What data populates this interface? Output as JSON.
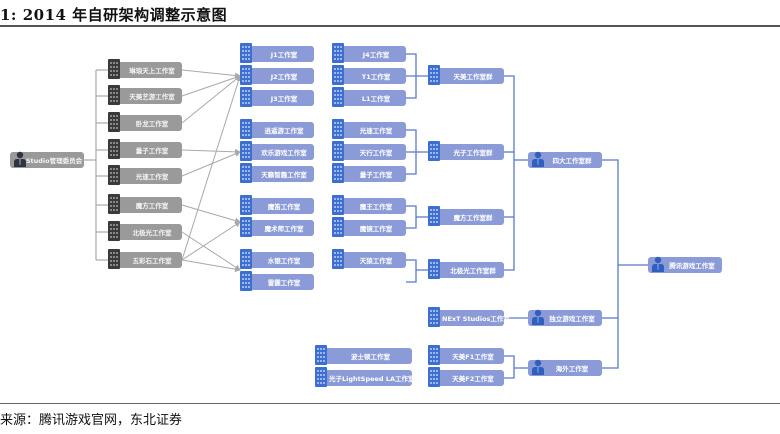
{
  "header": {
    "title": "1:  2014 年自研架构调整示意图"
  },
  "footer": {
    "source": "来源：腾讯游戏官网，东北证券"
  },
  "colors": {
    "gray_node": "#9a9a9a",
    "blue_node": "#8b9bd8",
    "blue_line": "#5b78d0",
    "gray_line": "#a9a9a9",
    "icon_dark": "#333333",
    "icon_blue": "#2f5fbf"
  },
  "diagram": {
    "root": {
      "label": "Studio管理委员会",
      "icon": "person-icon"
    },
    "old_studios": [
      {
        "label": "琳琅天上工作室"
      },
      {
        "label": "天美艺游工作室"
      },
      {
        "label": "卧龙工作室"
      },
      {
        "label": "量子工作室"
      },
      {
        "label": "光速工作室"
      },
      {
        "label": "魔方工作室"
      },
      {
        "label": "北极光工作室"
      },
      {
        "label": "五彩石工作室"
      }
    ],
    "mid_studios": [
      {
        "label": "J1工作室"
      },
      {
        "label": "J2工作室"
      },
      {
        "label": "J3工作室"
      },
      {
        "label": "逍遥游工作室"
      },
      {
        "label": "欢乐游戏工作室"
      },
      {
        "label": "天籁智趣工作室"
      },
      {
        "label": "魔笛工作室"
      },
      {
        "label": "魔术师工作室"
      },
      {
        "label": "水银工作室"
      },
      {
        "label": "雷霆工作室"
      }
    ],
    "new_studios": [
      {
        "label": "J4工作室"
      },
      {
        "label": "T1工作室"
      },
      {
        "label": "L1工作室"
      },
      {
        "label": "光速工作室"
      },
      {
        "label": "天行工作室"
      },
      {
        "label": "量子工作室"
      },
      {
        "label": "魔王工作室"
      },
      {
        "label": "魔镜工作室"
      },
      {
        "label": "天狼工作室"
      }
    ],
    "groups": [
      {
        "label": "天美工作室群"
      },
      {
        "label": "光子工作室群"
      },
      {
        "label": "魔方工作室群"
      },
      {
        "label": "北极光工作室群"
      }
    ],
    "big_four": {
      "label": "四大工作室群"
    },
    "top": {
      "label": "腾讯游戏工作室"
    },
    "next_studio": {
      "label": "NExT Studios工作室"
    },
    "indie": {
      "label": "独立游戏工作室"
    },
    "overseas_children": [
      {
        "label": "天美F1工作室"
      },
      {
        "label": "天美F2工作室"
      }
    ],
    "overseas": {
      "label": "海外工作室"
    },
    "standalone": [
      {
        "label": "波士顿工作室"
      },
      {
        "label": "光子LightSpeed LA工作室"
      }
    ]
  }
}
